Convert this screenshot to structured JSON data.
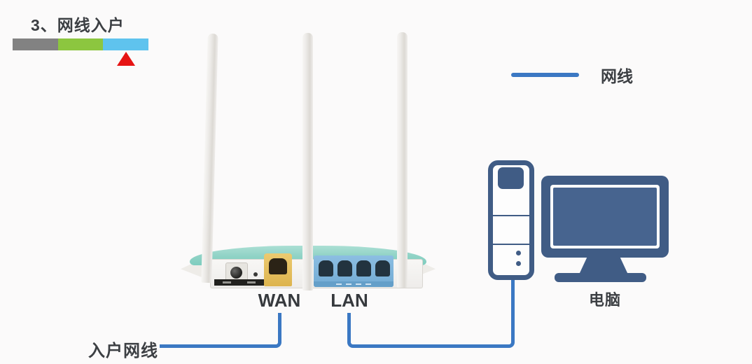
{
  "colors": {
    "cable_blue": "#3b78c3",
    "computer_blue": "#405c85",
    "title_gray": "#3c3f43",
    "progress_gray": "#828282",
    "progress_green": "#8cc63f",
    "progress_blue": "#5fc3ee",
    "marker_red": "#e61414",
    "router_teal": "#8fd2c5",
    "lan_panel_blue": "#7fb5dc",
    "wan_yellow": "#e5c265"
  },
  "header": {
    "step_title": "3、网线入户"
  },
  "progress": {
    "segment_count": 3,
    "current_segment": 3
  },
  "legend": {
    "label": "网线"
  },
  "router": {
    "wan_label": "WAN",
    "lan_label": "LAN",
    "lan_port_count": 4,
    "antenna_count": 3
  },
  "cable": {
    "incoming_label": "入户网线"
  },
  "computer": {
    "label": "电脑"
  }
}
